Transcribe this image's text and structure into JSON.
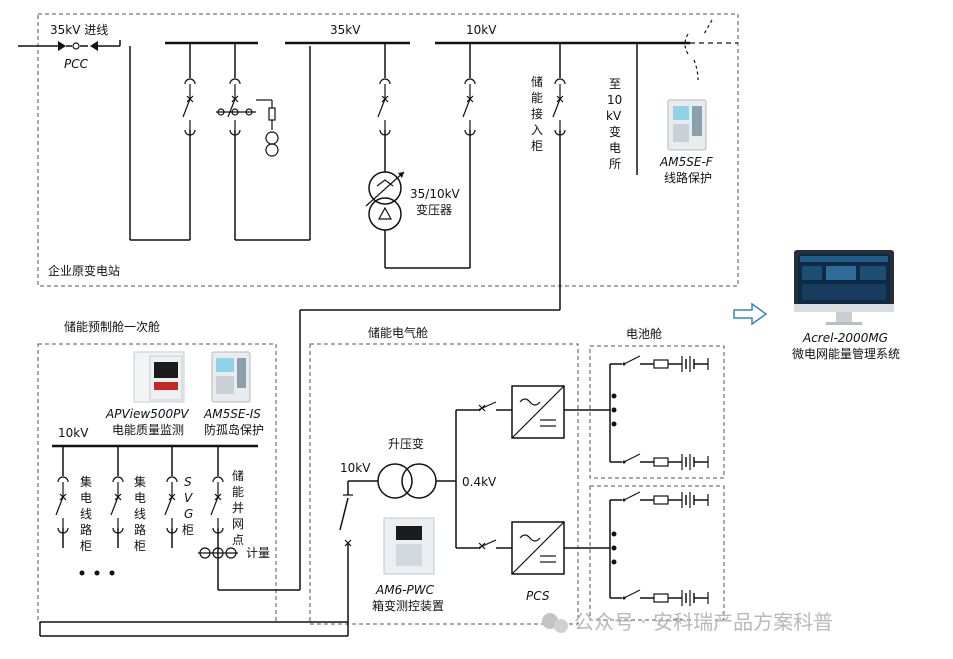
{
  "substation": {
    "title": "企业原变电站",
    "bus35_in": "35kV 进线",
    "pcc": "PCC",
    "bus35": "35kV",
    "bus10": "10kV",
    "transformer": [
      "35/10kV",
      "变压器"
    ],
    "storage_access": [
      "储",
      "能",
      "接",
      "入",
      "柜"
    ],
    "to_10kv": [
      "至",
      "10",
      "kV",
      "变",
      "电",
      "所"
    ],
    "relay": [
      "AM5SE-F",
      "线路保护"
    ]
  },
  "ems": {
    "name": "Acrel-2000MG",
    "desc": "微电网能量管理系统"
  },
  "primary": {
    "title": "储能预制舱一次舱",
    "bus": "10kV",
    "devices": [
      {
        "name": "APView500PV",
        "desc": "电能质量监测"
      },
      {
        "name": "AM5SE-IS",
        "desc": "防孤岛保护"
      }
    ],
    "feeders": [
      [
        "集",
        "电",
        "线",
        "路",
        "柜"
      ],
      [
        "集",
        "电",
        "线",
        "路",
        "柜"
      ],
      [
        "S",
        "V",
        "G",
        "柜"
      ],
      [
        "储",
        "能",
        "并",
        "网",
        "点"
      ]
    ],
    "metering": "计量"
  },
  "electrical": {
    "title": "储能电气舱",
    "bus": "10kV",
    "step_up": "升压变",
    "lv": "0.4kV",
    "controller": [
      "AM6-PWC",
      "箱变测控装置"
    ],
    "pcs": "PCS"
  },
  "battery": {
    "title": "电池舱"
  },
  "watermark": "公众号 · 安科瑞产品方案科普"
}
